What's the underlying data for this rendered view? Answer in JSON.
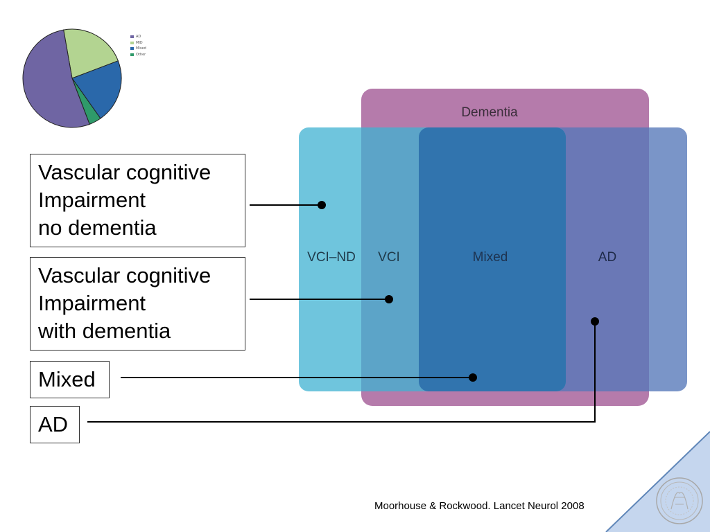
{
  "pie": {
    "legend": [
      {
        "label": "AD",
        "color": "#6f65a3"
      },
      {
        "label": "MID",
        "color": "#b3d491"
      },
      {
        "label": "Mixed",
        "color": "#2a68aa"
      },
      {
        "label": "Other",
        "color": "#2f9a6a"
      }
    ],
    "slices": [
      {
        "label": "AD",
        "value": 53,
        "color": "#6f65a3"
      },
      {
        "label": "MID",
        "value": 22,
        "color": "#b3d491"
      },
      {
        "label": "Mixed",
        "value": 21,
        "color": "#2a68aa"
      },
      {
        "label": "Other",
        "value": 4,
        "color": "#2f9a6a"
      }
    ]
  },
  "venn": {
    "dementia_label": "Dementia",
    "vci_nd_label": "VCI–ND",
    "vci_label": "VCI",
    "mixed_label": "Mixed",
    "ad_label": "AD",
    "colors": {
      "dementia": "#a35a96",
      "vci": "#3fb1d2",
      "ad": "#5577b8",
      "mixed": "#2f6fab"
    }
  },
  "callouts": {
    "vci_nd": [
      "Vascular cognitive",
      "Impairment",
      "no dementia"
    ],
    "vci": [
      "Vascular cognitive",
      "Impairment",
      "with dementia"
    ],
    "mixed": "Mixed",
    "ad": "AD"
  },
  "citation": "Moorhouse & Rockwood. Lancet Neurol 2008",
  "corner": {
    "color": "#c5d6ee",
    "border": "#5f86b8"
  }
}
